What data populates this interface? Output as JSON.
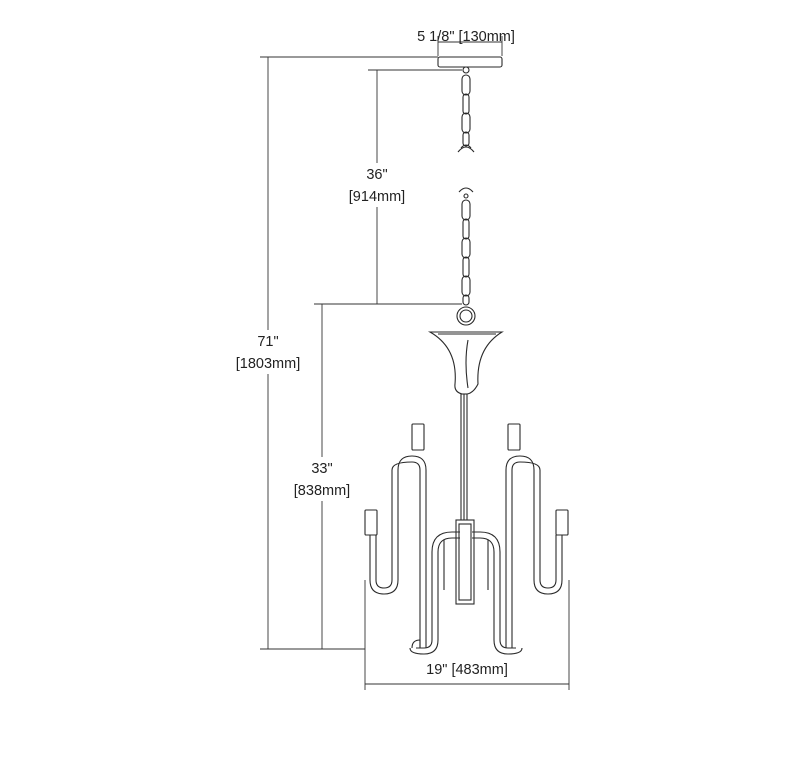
{
  "dimensions": {
    "canopy_width": "5 1/8\" [130mm]",
    "chain_length_in": "36\"",
    "chain_length_mm": "[914mm]",
    "overall_height_in": "71\"",
    "overall_height_mm": "[1803mm]",
    "fixture_height_in": "33\"",
    "fixture_height_mm": "[838mm]",
    "fixture_width": "19\" [483mm]"
  }
}
